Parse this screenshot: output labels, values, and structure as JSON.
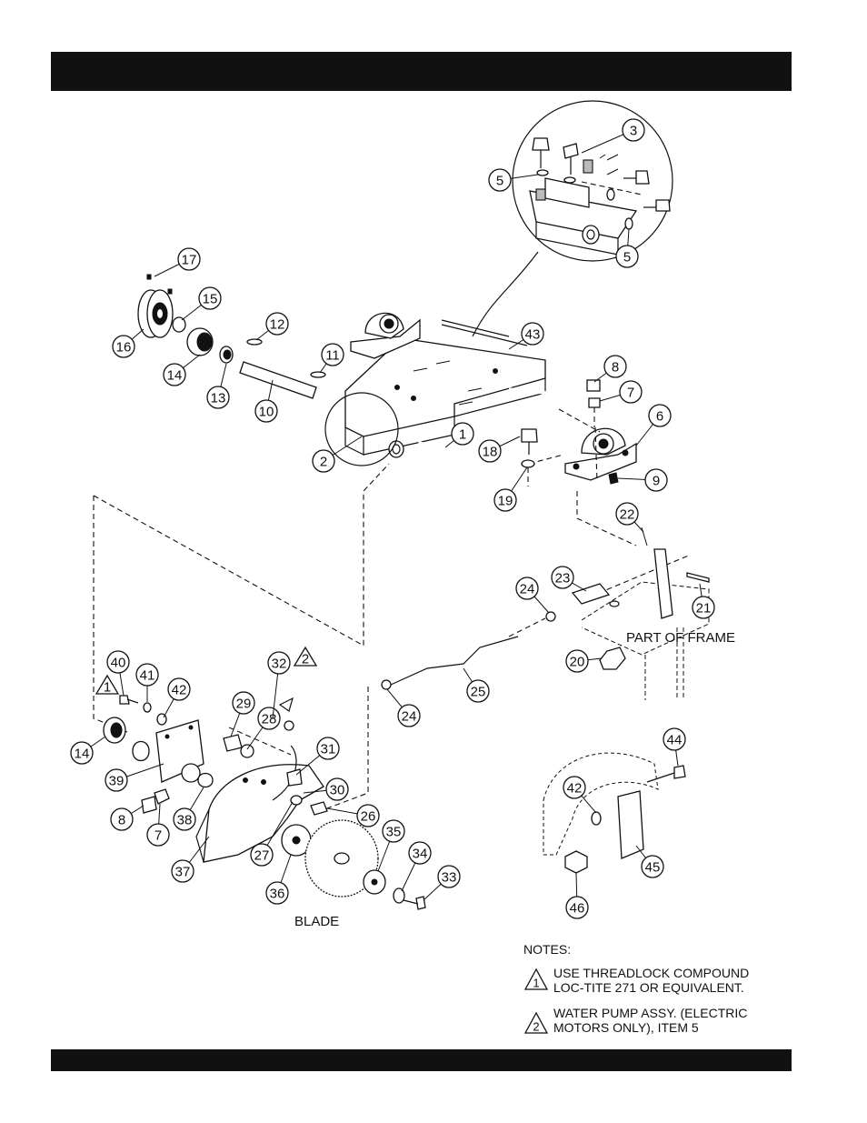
{
  "header": {
    "title": ""
  },
  "footer": {
    "text": ""
  },
  "callouts": [
    {
      "num": "1"
    },
    {
      "num": "2"
    },
    {
      "num": "3"
    },
    {
      "num": "5"
    },
    {
      "num": "5"
    },
    {
      "num": "6"
    },
    {
      "num": "7"
    },
    {
      "num": "8"
    },
    {
      "num": "9"
    },
    {
      "num": "10"
    },
    {
      "num": "11"
    },
    {
      "num": "12"
    },
    {
      "num": "13"
    },
    {
      "num": "14"
    },
    {
      "num": "15"
    },
    {
      "num": "16"
    },
    {
      "num": "17"
    },
    {
      "num": "18"
    },
    {
      "num": "19"
    },
    {
      "num": "20"
    },
    {
      "num": "21"
    },
    {
      "num": "22"
    },
    {
      "num": "23"
    },
    {
      "num": "24"
    },
    {
      "num": "24"
    },
    {
      "num": "25"
    },
    {
      "num": "26"
    },
    {
      "num": "27"
    },
    {
      "num": "28"
    },
    {
      "num": "29"
    },
    {
      "num": "30"
    },
    {
      "num": "31"
    },
    {
      "num": "32"
    },
    {
      "num": "33"
    },
    {
      "num": "34"
    },
    {
      "num": "35"
    },
    {
      "num": "36"
    },
    {
      "num": "37"
    },
    {
      "num": "38"
    },
    {
      "num": "39"
    },
    {
      "num": "40"
    },
    {
      "num": "41"
    },
    {
      "num": "42"
    },
    {
      "num": "14"
    },
    {
      "num": "8"
    },
    {
      "num": "7"
    },
    {
      "num": "42"
    },
    {
      "num": "43"
    },
    {
      "num": "44"
    },
    {
      "num": "45"
    },
    {
      "num": "46"
    }
  ],
  "triangles": [
    {
      "num": "1"
    },
    {
      "num": "2"
    }
  ],
  "labels": {
    "blade": "BLADE",
    "part_of_frame": "PART OF FRAME"
  },
  "notes": {
    "heading": "NOTES:",
    "items": [
      {
        "marker": "1",
        "line1": "USE THREADLOCK COMPOUND",
        "line2": "LOC-TITE 271 OR EQUIVALENT."
      },
      {
        "marker": "2",
        "line1": "WATER PUMP ASSY. (ELECTRIC",
        "line2": "MOTORS ONLY), ITEM 5"
      }
    ]
  }
}
